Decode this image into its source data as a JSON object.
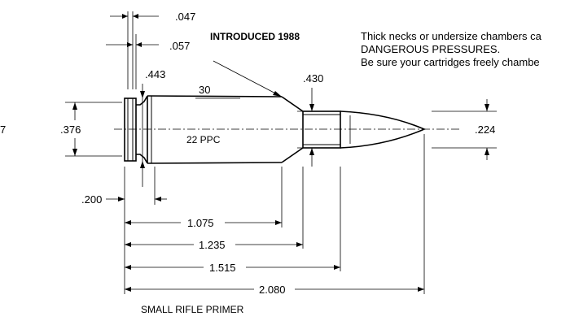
{
  "title": "INTRODUCED 1988",
  "warning": {
    "line1": "Thick necks or undersize chambers ca",
    "line2": "DANGEROUS PRESSURES.",
    "line3": "Be sure your cartridges freely chambe"
  },
  "cartridge_name": "22 PPC",
  "primer": "SMALL RIFLE PRIMER",
  "dimensions": {
    "rim_thickness": ".047",
    "extractor_groove": ".057",
    "base_diameter": ".443",
    "shoulder_angle": "30",
    "neck_diameter": ".430",
    "body_diameter": ".376",
    "bullet_diameter": ".224",
    "left_cut": "7",
    "groove_to_body": ".200",
    "shoulder_length": "1.075",
    "neck_length": "1.235",
    "case_length": "1.515",
    "overall_length": "2.080"
  }
}
